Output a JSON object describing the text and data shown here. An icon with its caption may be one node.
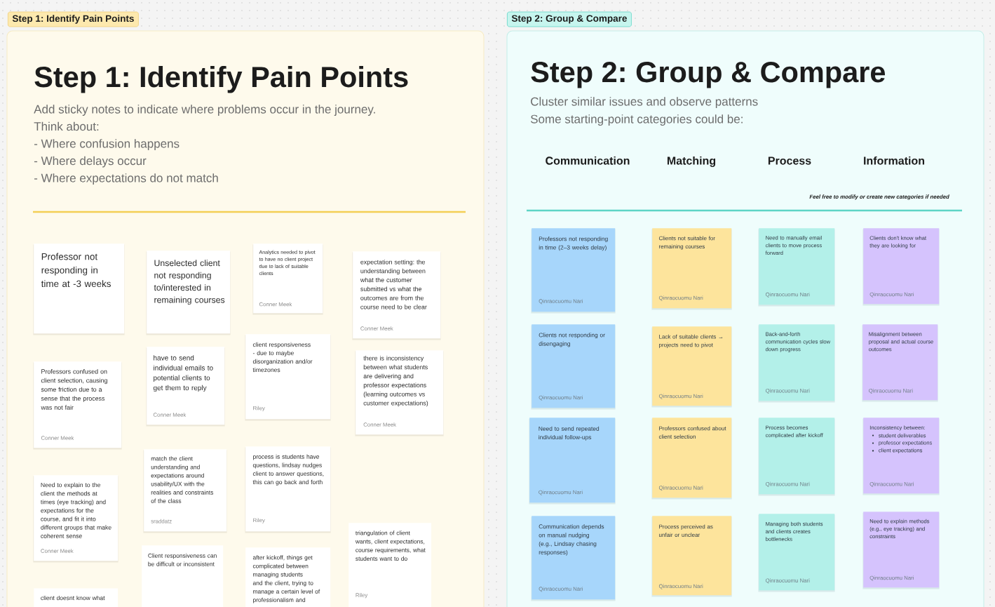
{
  "diagram": {
    "nodes": [
      {
        "text": [
          "Step 1: Identify Pain Points"
        ]
      },
      {
        "text": [
          "Step 1: Identify Pain Points",
          "Add sticky notes to indicate where problems occur in the journey.",
          "Think about:",
          "- Where confusion happens",
          "- Where delays occur",
          "- Where expectations do not match"
        ]
      },
      {
        "text": [
          "Professor not responding in time at -3 weeks"
        ],
        "in": 1
      },
      {
        "text": [
          "Unselected client not responding to/interested in remaining courses"
        ],
        "in": 1
      },
      {
        "text": [
          "Analytics needed to pivot to have no client project due to lack of suitable clients",
          "Conner Meek"
        ],
        "in": 1
      },
      {
        "text": [
          "expectation setting: the understanding between what the customer submitted vs what the outcomes are from the course need to be clear",
          "Conner Meek"
        ],
        "in": 1
      },
      {
        "text": [
          "Professors confused on client selection, causing some friction due to a sense that the process was not fair",
          "Conner Meek"
        ],
        "in": 1
      },
      {
        "text": [
          "have to send individual emails to potential clients to get them to reply",
          "Conner Meek"
        ],
        "in": 1
      },
      {
        "text": [
          "client responsiveness - due to maybe disorganization and/or timezones",
          "Riley"
        ],
        "in": 1
      },
      {
        "text": [
          "there is inconsistency between what students are delivering and professor expectations (learning outcomes vs customer expectations)",
          "Conner Meek"
        ],
        "in": 1
      },
      {
        "text": [
          "Need to explain to the client the methods at times (eye tracking) and expectations for the course, and fit it into different groups that make coherent sense",
          "Conner Meek"
        ],
        "in": 1
      },
      {
        "text": [
          "match the client understanding and expectations around usability/UX with the realities and constraints of the class",
          "sraddatz"
        ],
        "in": 1
      },
      {
        "text": [
          "process is students have questions, lindsay nudges client to answer questions, this can go back and forth",
          "Riley"
        ],
        "in": 1
      },
      {
        "text": [
          "client doesnt know what"
        ],
        "in": 1
      },
      {
        "text": [
          "Client responsiveness can be difficult or inconsistent"
        ],
        "in": 1
      },
      {
        "text": [
          "after kickoff, things get complicated between managing students and the client, trying to manage a certain level of professionalism and"
        ],
        "in": 1
      },
      {
        "text": [
          "triangulation of client wants, client expectations, course requirements, what students want to do",
          "Riley"
        ],
        "in": 1
      },
      {
        "text": [
          "Step 2: Group & Compare"
        ]
      },
      {
        "text": [
          "Step 2: Group & Compare",
          "Cluster similar issues and observe patterns",
          "Some starting-point categories could be:"
        ]
      },
      {
        "text": [
          "Professors not responding in time (2–3 weeks delay)",
          "Qinraocuomu Nari"
        ],
        "in": 18
      },
      {
        "text": [
          "Clients not suitable for remaining courses",
          "Qinraocuomu Nari"
        ],
        "in": 18
      },
      {
        "text": [
          "Need to manually email clients to move process forward",
          "Qinraocuomu Nari"
        ],
        "in": 18
      },
      {
        "text": [
          "Clients don't know what they are looking for",
          "Qinraocuomu Nari"
        ],
        "in": 18
      },
      {
        "text": [
          "Clients not responding or disengaging",
          "Qinraocuomu Nari"
        ],
        "in": 18
      },
      {
        "text": [
          "Lack of suitable clients → projects need to pivot",
          "Qinraocuomu Nari"
        ],
        "in": 18
      },
      {
        "text": [
          "Back-and-forth communication cycles slow down progress",
          "Qinraocuomu Nari"
        ],
        "in": 18
      },
      {
        "text": [
          "Misalignment between proposal and actual course outcomes",
          "Qinraocuomu Nari"
        ],
        "in": 18
      },
      {
        "text": [
          "Need to send repeated individual follow-ups",
          "Qinraocuomu Nari"
        ],
        "in": 18
      },
      {
        "text": [
          "Professors confused about client selection",
          "Qinraocuomu Nari"
        ],
        "in": 18
      },
      {
        "text": [
          "Process becomes complicated after kickoff",
          "Qinraocuomu Nari"
        ],
        "in": 18
      },
      {
        "text": [
          "Inconsistency between:",
          "student deliverables",
          "professor expectations",
          "client expectations",
          "Qinraocuomu Nari"
        ],
        "in": 18
      },
      {
        "text": [
          "Communication depends on manual nudging (e.g., Lindsay chasing responses)",
          "Qinraocuomu Nari"
        ],
        "in": 18
      },
      {
        "text": [
          "Process perceived as unfair or unclear",
          "Qinraocuomu Nari"
        ],
        "in": 18
      },
      {
        "text": [
          "Managing both students and clients creates bottlenecks",
          "Qinraocuomu Nari"
        ],
        "in": 18
      },
      {
        "text": [
          "Need to explain methods (e.g., eye tracking) and constraints",
          "Qinraocuomu Nari"
        ],
        "in": 18
      }
    ],
    "labels": [
      "Communication",
      "Matching",
      "Process",
      "Information",
      "Feel free to modify or create new categories if needed"
    ]
  }
}
